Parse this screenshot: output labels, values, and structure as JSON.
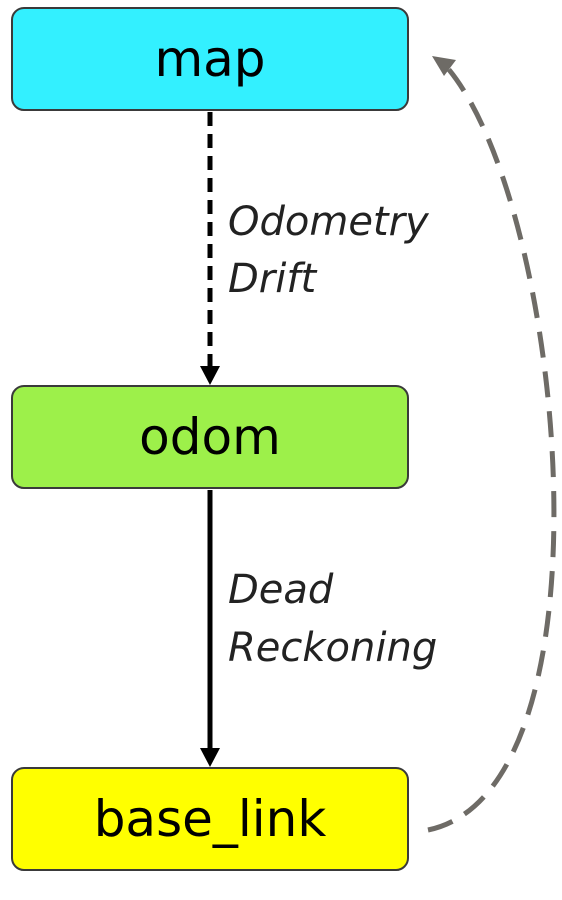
{
  "nodes": {
    "map": {
      "label": "map",
      "fill": "#33F0FF"
    },
    "odom": {
      "label": "odom",
      "fill": "#9DF04A"
    },
    "base_link": {
      "label": "base_link",
      "fill": "#FFFF00"
    }
  },
  "edges": {
    "map_to_odom": {
      "style": "dashed",
      "color": "#000000",
      "label_line1": "Odometry",
      "label_line2": "Drift"
    },
    "odom_to_base": {
      "style": "solid",
      "color": "#000000",
      "label_line1": "Dead",
      "label_line2": "Reckoning"
    },
    "base_to_map": {
      "style": "dashed",
      "color": "#6E6B66"
    }
  }
}
